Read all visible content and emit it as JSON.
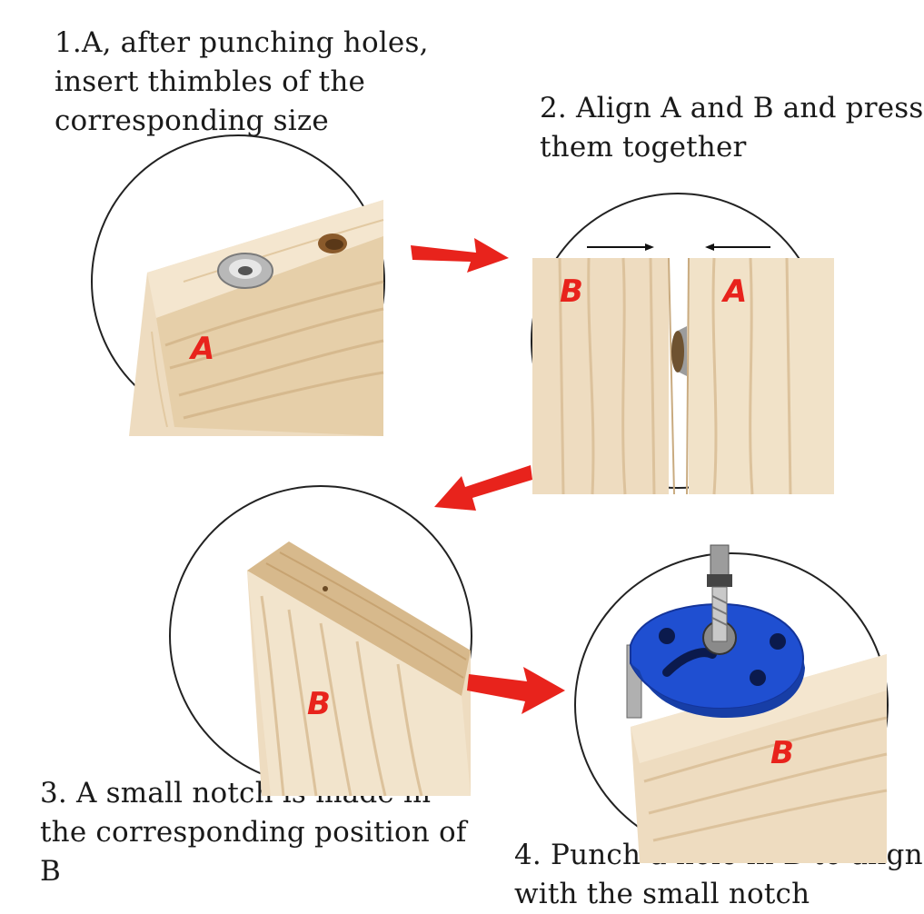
{
  "steps": [
    {
      "caption_lines": [
        "1.A, after punching holes,",
        "insert thimbles of the",
        "corresponding size"
      ],
      "labels": [
        "A"
      ]
    },
    {
      "caption_lines": [
        "2. Align A and B and press",
        "them together"
      ],
      "labels": [
        "B",
        "A"
      ]
    },
    {
      "caption_lines": [
        "3. A small notch is made in",
        "the corresponding position of",
        "B"
      ],
      "labels": [
        "B"
      ]
    },
    {
      "caption_lines": [
        "4. Punch a hole in B to align",
        "with the small notch"
      ],
      "labels": [
        "B"
      ]
    }
  ],
  "colors": {
    "arrow": "#e8231c",
    "label": "#e8231c",
    "wood": "#eedcc0",
    "wood_grain": "#d9bf97",
    "jig": "#1f4fd1",
    "background": "#ffffff"
  },
  "icons": {
    "flow_arrow": "red-arrow-icon",
    "press_arrow": "black-arrow-icon"
  }
}
